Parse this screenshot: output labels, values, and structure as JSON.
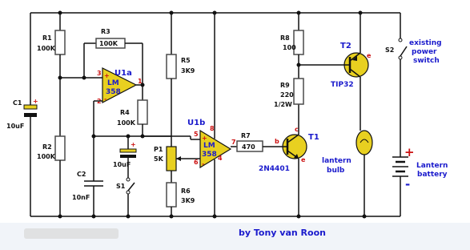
{
  "circuit": {
    "credit": "by Tony van Roon",
    "resistors": {
      "r1": {
        "name": "R1",
        "value": "100K"
      },
      "r2": {
        "name": "R2",
        "value": "100K"
      },
      "r3": {
        "name": "R3",
        "value": "100K"
      },
      "r4": {
        "name": "R4",
        "value": "100K"
      },
      "r5": {
        "name": "R5",
        "value": "3K9"
      },
      "r6": {
        "name": "R6",
        "value": "3K9"
      },
      "r7": {
        "name": "R7",
        "value": "470"
      },
      "r8": {
        "name": "R8",
        "value": "100"
      },
      "r9": {
        "name": "R9",
        "value": "220",
        "power": "1/2W"
      }
    },
    "capacitors": {
      "c1": {
        "name": "C1",
        "value": "10uF"
      },
      "c2": {
        "name": "C2",
        "value": "10nF"
      },
      "c3": {
        "value": "10uF"
      }
    },
    "pot": {
      "name": "P1",
      "value": "5K"
    },
    "opamps": {
      "u1a": {
        "name": "U1a",
        "chip_line1": "LM",
        "chip_line2": "358",
        "pin_in_plus": "3",
        "pin_in_minus": "2",
        "pin_out": "1",
        "sign_plus": "+",
        "sign_minus": "-"
      },
      "u1b": {
        "name": "U1b",
        "chip_line1": "LM",
        "chip_line2": "358",
        "pin_in_plus": "5",
        "pin_in_minus": "6",
        "pin_out": "7",
        "pin_vcc": "8",
        "pin_gnd": "4",
        "sign_plus": "+",
        "sign_minus": "-"
      }
    },
    "transistors": {
      "t1": {
        "name": "T1",
        "part": "2N4401",
        "b": "b",
        "c": "c",
        "e": "e"
      },
      "t2": {
        "name": "T2",
        "part": "TIP32",
        "e": "e"
      }
    },
    "switches": {
      "s1": {
        "name": "S1"
      },
      "s2": {
        "name": "S2",
        "label_line1": "existing",
        "label_line2": "power",
        "label_line3": "switch"
      }
    },
    "lamp": {
      "label_line1": "lantern",
      "label_line2": "bulb"
    },
    "battery": {
      "label_line1": "Lantern",
      "label_line2": "battery",
      "plus": "+",
      "minus": "-"
    },
    "colors": {
      "wire": "#111111",
      "resistor": "#4a4a4a",
      "label_blue": "#1a1acc",
      "label_red": "#cc1111",
      "component_yellow": "#e8d020",
      "black_text": "#111111"
    }
  }
}
